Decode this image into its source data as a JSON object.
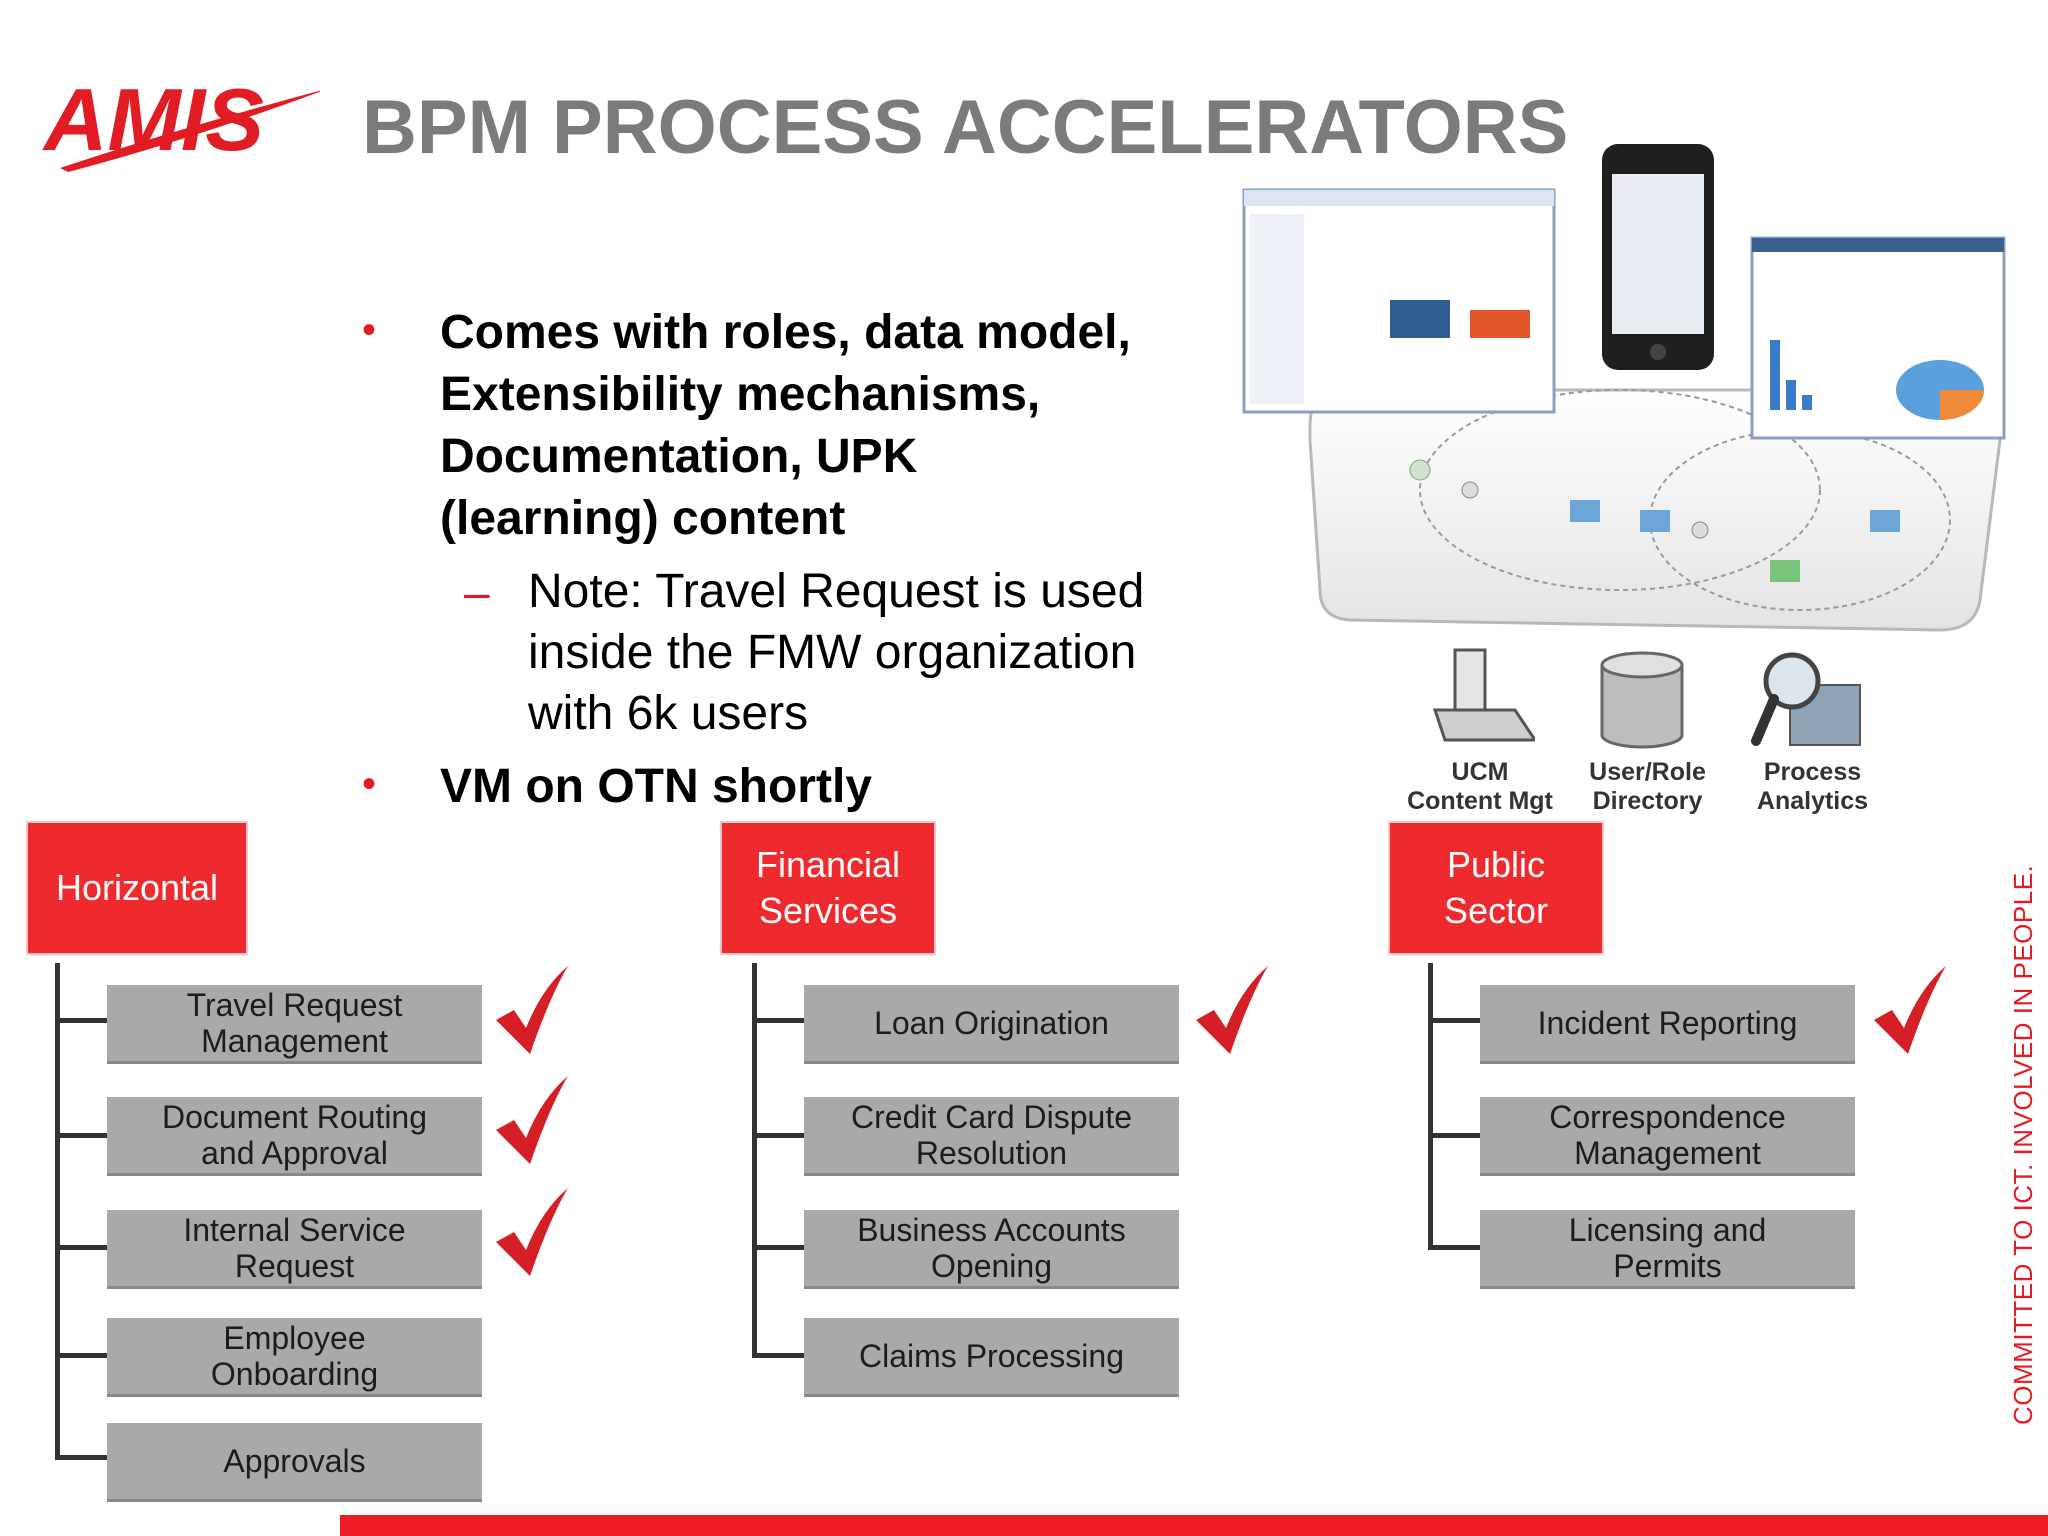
{
  "logo": {
    "text": "AMIS"
  },
  "title": "BPM PROCESS ACCELERATORS",
  "bullets": [
    {
      "lines": [
        "Comes with roles, data model,",
        "Extensibility mechanisms,",
        "Documentation, UPK",
        "(learning) content"
      ]
    },
    {
      "lines": [
        "VM on OTN shortly"
      ]
    }
  ],
  "subbullet": {
    "lines": [
      "Note: Travel Request is used",
      "inside the FMW organization",
      "with 6k users"
    ]
  },
  "symbols": {
    "bullet": "•",
    "dash": "–"
  },
  "icons": [
    {
      "name": "ucm",
      "label1": "UCM",
      "label2": "Content Mgt"
    },
    {
      "name": "directory",
      "label1": "User/Role",
      "label2": "Directory"
    },
    {
      "name": "analytics",
      "label1": "Process",
      "label2": "Analytics"
    }
  ],
  "categories": [
    {
      "name": "horizontal",
      "label1": "Horizontal",
      "label2": "",
      "items": [
        {
          "line1": "Travel Request",
          "line2": "Management",
          "checked": true
        },
        {
          "line1": "Document Routing",
          "line2": "and Approval",
          "checked": true
        },
        {
          "line1": "Internal Service",
          "line2": "Request",
          "checked": true
        },
        {
          "line1": "Employee",
          "line2": "Onboarding",
          "checked": false
        },
        {
          "line1": "Approvals",
          "line2": "",
          "checked": false
        }
      ]
    },
    {
      "name": "financial",
      "label1": "Financial",
      "label2": "Services",
      "items": [
        {
          "line1": "Loan Origination",
          "line2": "",
          "checked": true
        },
        {
          "line1": "Credit Card Dispute",
          "line2": "Resolution",
          "checked": false
        },
        {
          "line1": "Business Accounts",
          "line2": "Opening",
          "checked": false
        },
        {
          "line1": "Claims Processing",
          "line2": "",
          "checked": false
        }
      ]
    },
    {
      "name": "public",
      "label1": "Public",
      "label2": "Sector",
      "items": [
        {
          "line1": "Incident Reporting",
          "line2": "",
          "checked": true
        },
        {
          "line1": "Correspondence",
          "line2": "Management",
          "checked": false
        },
        {
          "line1": "Licensing and",
          "line2": "Permits",
          "checked": false
        }
      ]
    }
  ],
  "tagline": "COMMITTED TO ICT. INVOLVED IN PEOPLE.",
  "colors": {
    "brand_red": "#ee2a2f",
    "title_gray": "#7b7b7b",
    "item_gray": "#a9a9a9"
  }
}
